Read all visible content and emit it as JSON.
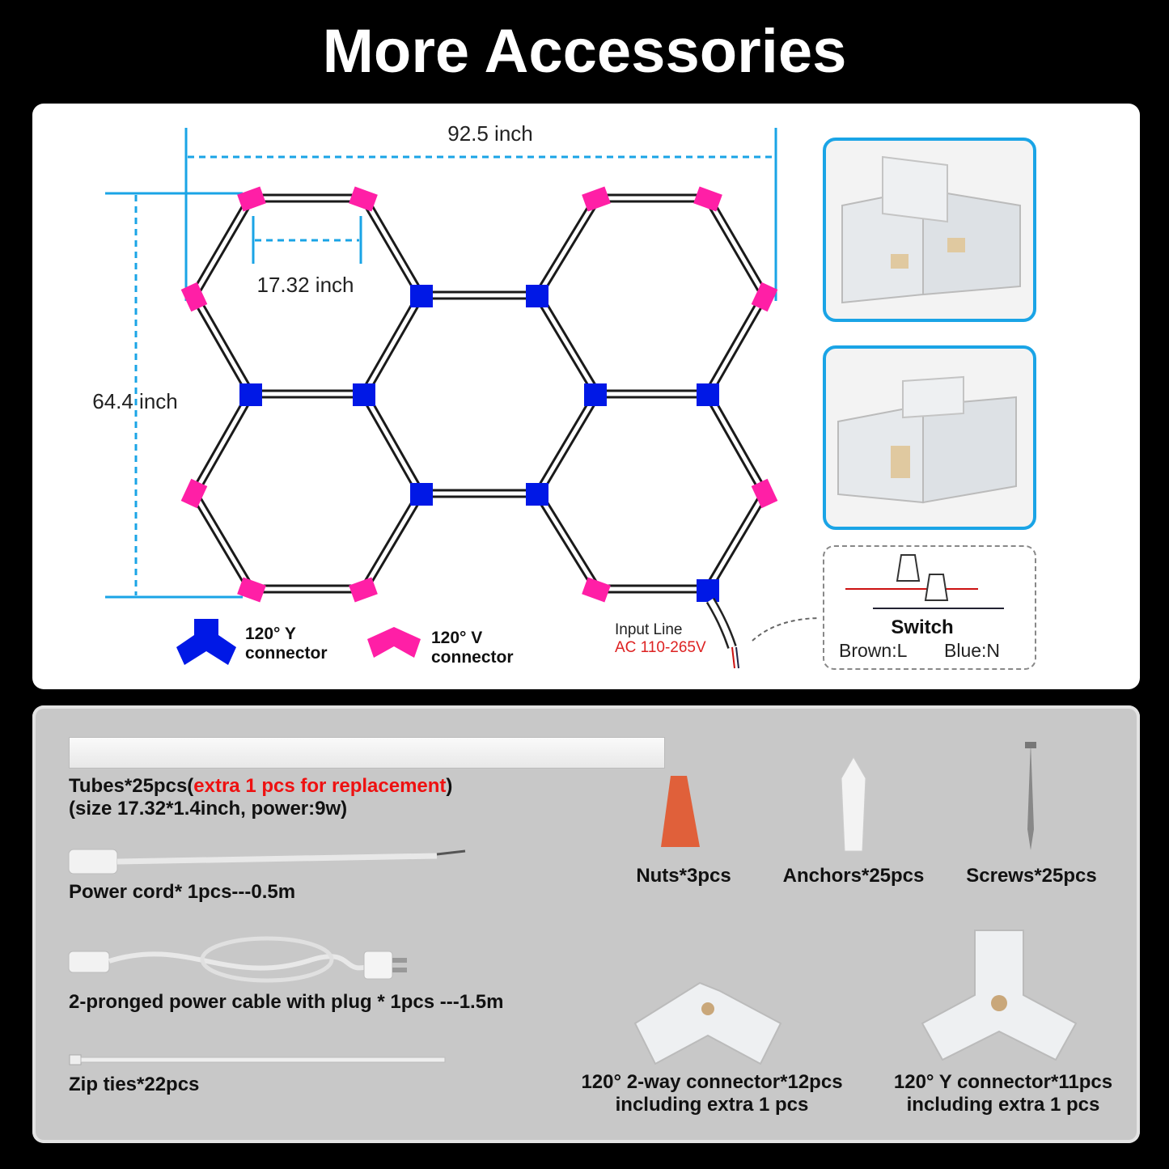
{
  "title": "More Accessories",
  "diagram": {
    "width_label": "92.5 inch",
    "tube_label": "17.32 inch",
    "height_label": "64.4 inch",
    "legend": {
      "y_connector_line1": "120° Y",
      "y_connector_line2": "connector",
      "v_connector_line1": "120° V",
      "v_connector_line2": "connector"
    },
    "input_line_label": "Input Line",
    "input_line_voltage": "AC 110-265V",
    "switch": {
      "title": "Switch",
      "brown": "Brown:L",
      "blue": "Blue:N"
    },
    "colors": {
      "y_connector": "#0018e6",
      "v_connector": "#ff1fa6",
      "dimension": "#1aa4e6",
      "photo_border": "#1aa4e6"
    }
  },
  "accessories": {
    "tubes": {
      "label_prefix": "Tubes*25pcs(",
      "label_extra": "extra 1 pcs for replacement",
      "label_suffix": ")",
      "size": "(size 17.32*1.4inch, power:9w)"
    },
    "power_cord": "Power cord* 1pcs---0.5m",
    "power_cable": "2-pronged power cable with plug * 1pcs ---1.5m",
    "zip_ties": "Zip ties*22pcs",
    "nuts": "Nuts*3pcs",
    "anchors": "Anchors*25pcs",
    "screws": "Screws*25pcs",
    "connector_2way": "120° 2-way connector*12pcs",
    "connector_2way_extra": "including extra 1 pcs",
    "connector_y": "120° Y connector*11pcs",
    "connector_y_extra": "including extra 1 pcs"
  }
}
